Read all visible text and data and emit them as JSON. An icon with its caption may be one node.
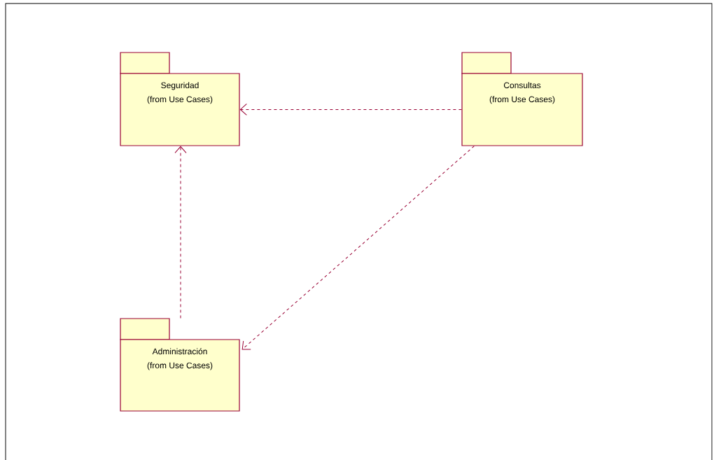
{
  "diagram": {
    "nodes": [
      {
        "text": [
          "Seguridad",
          "(from Use Cases)"
        ]
      },
      {
        "text": [
          "Consultas",
          "(from Use Cases)"
        ]
      },
      {
        "text": [
          "Administración",
          "(from Use Cases)"
        ]
      }
    ],
    "edges": [
      {
        "from": 1,
        "to": 0,
        "arrow": "to",
        "style": "dashed"
      },
      {
        "from": 2,
        "to": 0,
        "arrow": "to",
        "style": "dashed"
      },
      {
        "from": 1,
        "to": 2,
        "arrow": "to",
        "style": "dashed"
      }
    ]
  }
}
